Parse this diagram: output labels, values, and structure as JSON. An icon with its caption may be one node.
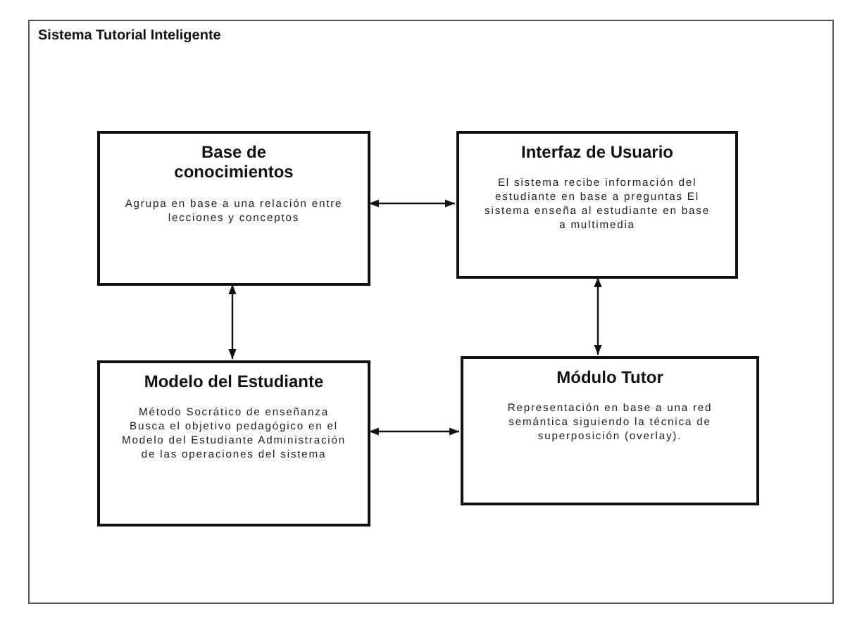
{
  "diagram": {
    "nodes": [
      {
        "text": [
          "Sistema Tutorial Inteligente"
        ]
      },
      {
        "text": [
          "Base de conocimientos",
          "Agrupa en base a una relación entre lecciones y conceptos"
        ],
        "in": 0
      },
      {
        "text": [
          "Interfaz de Usuario",
          "El sistema recibe información del estudiante en base a preguntas El sistema enseña al estudiante en base a multimedia"
        ],
        "in": 0
      },
      {
        "text": [
          "Modelo del Estudiante",
          "Método Socrático de enseñanza Busca el objetivo pedagógico en el Modelo del Estudiante Administración de las operaciones del sistema"
        ],
        "in": 0
      },
      {
        "text": [
          "Módulo Tutor",
          "Representación en base a una red semántica siguiendo la técnica de superposición (overlay)."
        ],
        "in": 0
      }
    ],
    "edges": [
      {
        "from": 1,
        "to": 2,
        "arrow": "both"
      },
      {
        "from": 1,
        "to": 3,
        "arrow": "both"
      },
      {
        "from": 2,
        "to": 4,
        "arrow": "both"
      },
      {
        "from": 3,
        "to": 4,
        "arrow": "both"
      }
    ]
  }
}
